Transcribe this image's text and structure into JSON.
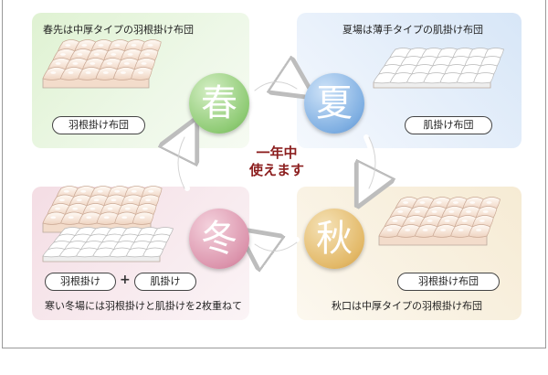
{
  "spring": {
    "kanji": "春",
    "caption": "春先は中厚タイプの羽根掛け布団",
    "label": "羽根掛け布団",
    "color": "#8fcb75"
  },
  "summer": {
    "kanji": "夏",
    "caption": "夏場は薄手タイプの肌掛け布団",
    "label": "肌掛け布団",
    "color": "#7fafe2"
  },
  "winter": {
    "kanji": "冬",
    "caption": "寒い冬場には羽根掛けと肌掛けを2枚重ねて",
    "label_a": "羽根掛け",
    "plus": "+",
    "label_b": "肌掛け",
    "color": "#dc95ad"
  },
  "autumn": {
    "kanji": "秋",
    "caption": "秋口は中厚タイプの羽根掛け布団",
    "label": "羽根掛け布団",
    "color": "#e3b968"
  },
  "center": {
    "line1": "一年中",
    "line2": "使えます",
    "color": "#8b1d1d"
  }
}
